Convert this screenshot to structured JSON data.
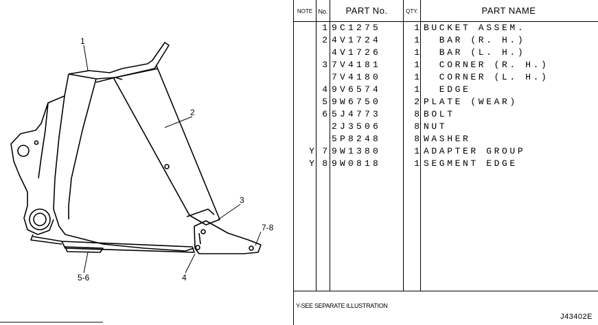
{
  "headers": {
    "note": "NOTE",
    "no": "No.",
    "part_no": "PART No.",
    "qty": "QTY.",
    "part_name": "PART NAME"
  },
  "rows": [
    {
      "note": "",
      "no": "1",
      "part": "9C1275",
      "qty": "1",
      "name": "BUCKET ASSEM."
    },
    {
      "note": "",
      "no": "2",
      "part": "4V1724",
      "qty": "1",
      "name": "  BAR (R. H.)"
    },
    {
      "note": "",
      "no": "",
      "part": "4V1726",
      "qty": "1",
      "name": "  BAR (L. H.)"
    },
    {
      "note": "",
      "no": "3",
      "part": "7V4181",
      "qty": "1",
      "name": "  CORNER (R. H.)"
    },
    {
      "note": "",
      "no": "",
      "part": "7V4180",
      "qty": "1",
      "name": "  CORNER (L. H.)"
    },
    {
      "note": "",
      "no": "4",
      "part": "9V6574",
      "qty": "1",
      "name": "  EDGE"
    },
    {
      "note": "",
      "no": "5",
      "part": "9W6750",
      "qty": "2",
      "name": "PLATE (WEAR)"
    },
    {
      "note": "",
      "no": "6",
      "part": "5J4773",
      "qty": "8",
      "name": "BOLT"
    },
    {
      "note": "",
      "no": "",
      "part": "2J3506",
      "qty": "8",
      "name": "NUT"
    },
    {
      "note": "",
      "no": "",
      "part": "5P8248",
      "qty": "8",
      "name": "WASHER"
    },
    {
      "note": "Y",
      "no": "7",
      "part": "9W1380",
      "qty": "1",
      "name": "ADAPTER GROUP"
    },
    {
      "note": "Y",
      "no": "8",
      "part": "9W0818",
      "qty": "1",
      "name": "SEGMENT EDGE"
    }
  ],
  "footnote": "Y-SEE SEPARATE ILLUSTRATION",
  "code": "J43402E",
  "callouts": {
    "c1": "1",
    "c2": "2",
    "c3": "3",
    "c4": "4",
    "c56": "5-6",
    "c78": "7-8"
  }
}
